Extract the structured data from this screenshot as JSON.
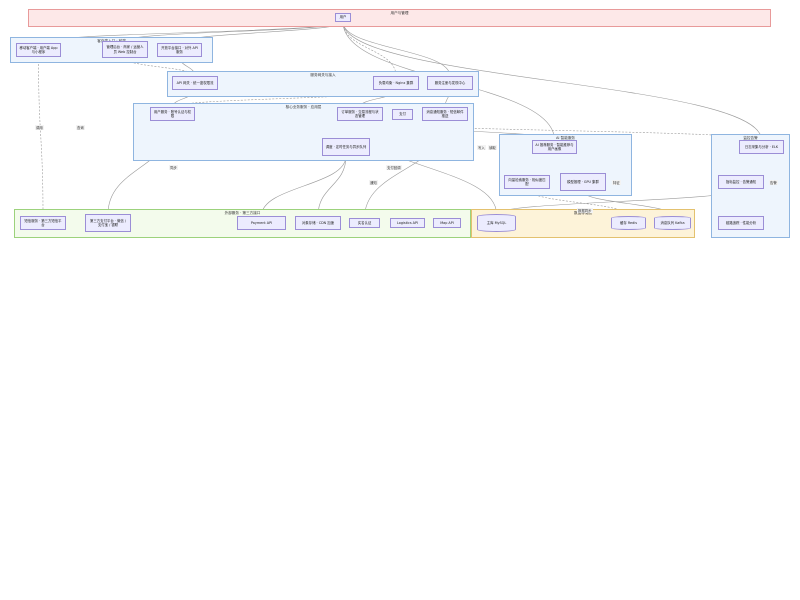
{
  "groups": {
    "top": "用户与管理",
    "client": "客户端入口 · 前端",
    "gateway": "服务网关与接入",
    "core": "核心业务服务 · 应用层",
    "data": "数据存储层",
    "ai": "AI 智能服务",
    "monitor": "监控告警",
    "external": "外部服务 · 第三方接口"
  },
  "nodes": {
    "user": "用户",
    "c1": "移动客户端 · 用户端 App 与小程序",
    "c2": "管理后台 · 商家 / 运营人员 Web 控制台",
    "c3": "开放平台接口 · 对外 API 服务",
    "g1": "API 网关 · 统一鉴权限流",
    "g2": "负载均衡 · Nginx 集群",
    "g3": "服务注册与发现中心",
    "s1": "用户服务 · 账号认证与权限",
    "s2": "订单服务 · 交易流程与状态管理",
    "s3": "支付",
    "s4": "消息通知服务 · 短信邮件推送",
    "s5": "调度 · 定时任务与异步队列",
    "ai1": "AI 推荐服务 · 智能推荐与用户画像",
    "ai2": "向量检索服务 · 相似度匹配",
    "ai3": "模型推理 · GPU 集群",
    "m1": "日志采集与分析 · ELK",
    "m2": "指标监控 · 告警通知",
    "m3": "链路追踪 · 性能分析",
    "e1": "短信服务 · 第三方短信平台",
    "e2": "第三方支付平台 · 微信 / 支付宝 / 银联",
    "e3": "Payment API",
    "e4": "对象存储 · CDN 加速",
    "e5": "实名认证",
    "e6": "Logistics API",
    "e7": "Map API",
    "d1": "主库 MySQL",
    "d2": "缓存 Redis",
    "d3": "消息队列 Kafka"
  },
  "edge_labels": {
    "call": "调用",
    "query": "查询",
    "sync": "同步",
    "notify": "通知",
    "write": "写入",
    "read": "读取",
    "feature": "特征",
    "alarm": "告警",
    "pay_callback": "支付回调",
    "data_sync": "数据同步"
  },
  "colors": {
    "top_fill": "#fde8e8",
    "top_border": "#e89a9a",
    "blue_fill": "#eef5fd",
    "blue_border": "#8fb5e0",
    "green_fill": "#f3fbec",
    "green_border": "#9cd27c",
    "yellow_fill": "#fdf3d9",
    "yellow_border": "#e3c16f",
    "node_fill": "#ececfe",
    "node_border": "#9b8ed6",
    "edge": "#9a9a9a"
  }
}
